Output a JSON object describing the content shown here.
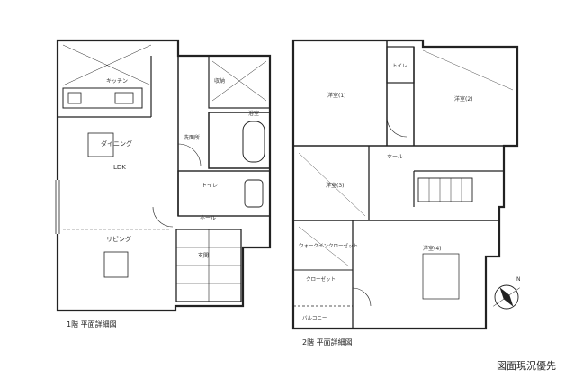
{
  "floor1": {
    "caption": "1階 平面詳細図",
    "rooms": {
      "kitchen": "キッチン",
      "dining": "ダイニング",
      "ldk": "LDK",
      "living": "リビング",
      "storage": "収納",
      "bath": "浴室",
      "washroom": "洗面所",
      "toilet": "トイレ",
      "hall": "ホール",
      "entrance": "玄関"
    }
  },
  "floor2": {
    "caption": "2階 平面詳細図",
    "rooms": {
      "western1": "洋室(1)",
      "western2": "洋室(2)",
      "western3": "洋室(3)",
      "hall": "ホール",
      "toilet": "トイレ",
      "balcony": "バルコニー",
      "closet": "クローゼット",
      "walkin": "ウォークインクローゼット",
      "western4": "洋室(4)"
    }
  },
  "compass": {
    "label": "N"
  },
  "footer": {
    "note": "図面現況優先"
  }
}
